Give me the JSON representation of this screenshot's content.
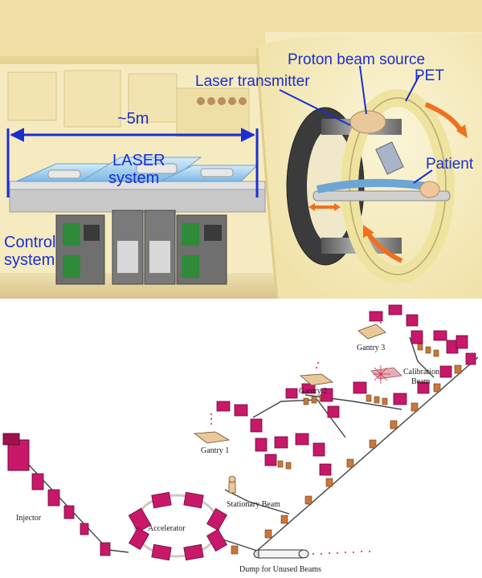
{
  "top": {
    "dimension_label": "~5m",
    "laser_system_line1": "LASER",
    "laser_system_line2": "system",
    "control_system_line1": "Control",
    "control_system_line2": "system",
    "laser_transmitter": "Laser transmitter",
    "proton_beam_source": "Proton beam source",
    "pet": "PET",
    "patient": "Patient"
  },
  "bottom": {
    "injector": "Injector",
    "accelerator": "Accelerator",
    "gantry1": "Gantry 1",
    "gantry2": "Gantry 2",
    "gantry3": "Gantry 3",
    "calibration_line1": "Calibration",
    "calibration_line2": "Beam",
    "stationary_beam": "Stationary Beam",
    "dump": "Dump for Unused Beams"
  },
  "colors": {
    "label_blue": "#1a2fd0",
    "magnet_magenta": "#c8186a",
    "quad_orange": "#c8783a",
    "arrow_orange": "#f07020",
    "wall_cream": "#f3e6b4"
  }
}
